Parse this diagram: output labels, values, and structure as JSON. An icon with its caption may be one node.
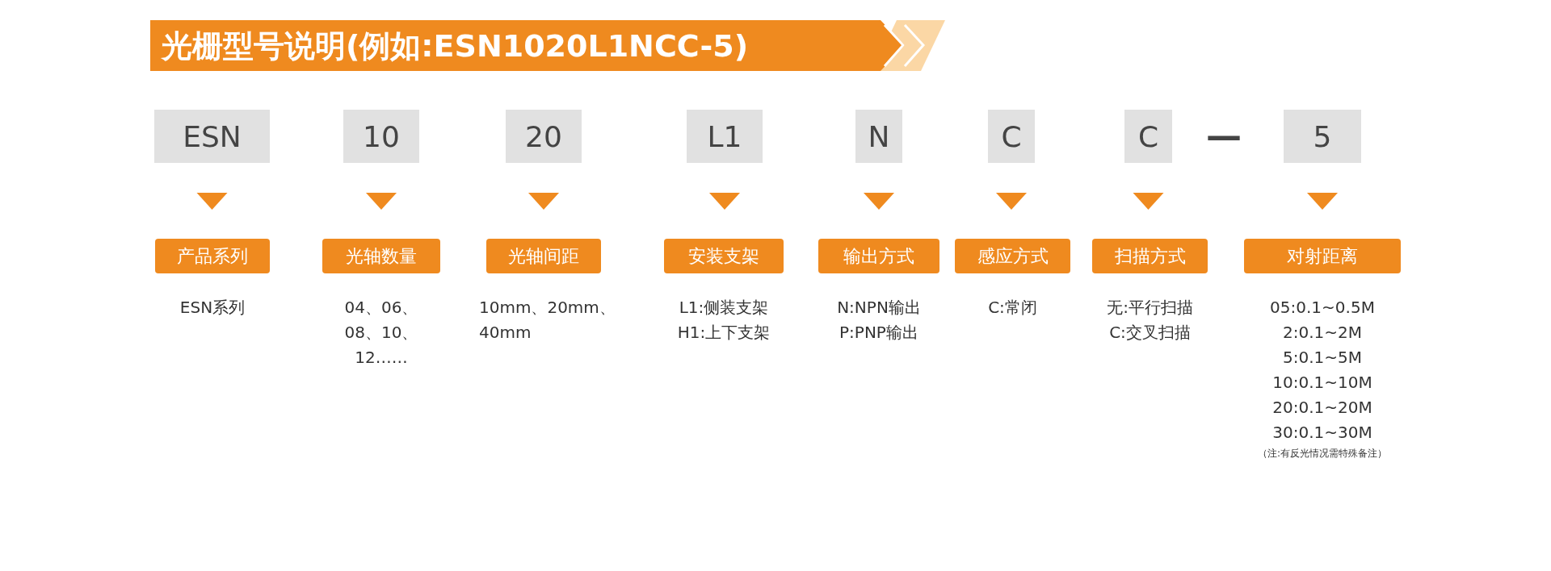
{
  "diagram": {
    "title": "光栅型号说明(例如:ESN1020L1NCC-5)",
    "nodes": [
      {
        "text": [
          "ESN"
        ]
      },
      {
        "text": [
          "10"
        ]
      },
      {
        "text": [
          "20"
        ]
      },
      {
        "text": [
          "L1"
        ]
      },
      {
        "text": [
          "N"
        ]
      },
      {
        "text": [
          "C"
        ]
      },
      {
        "text": [
          "C"
        ]
      },
      {
        "text": [
          "5"
        ]
      },
      {
        "text": [
          "产品系列"
        ],
        "beside": [
          "ESN系列"
        ]
      },
      {
        "text": [
          "光轴数量"
        ],
        "beside": [
          "04、06、08、10、12……"
        ]
      },
      {
        "text": [
          "光轴间距"
        ],
        "beside": [
          "10mm、20mm、40mm"
        ]
      },
      {
        "text": [
          "安装支架"
        ],
        "beside": [
          "L1:侧装支架",
          "H1:上下支架"
        ]
      },
      {
        "text": [
          "输出方式"
        ],
        "beside": [
          "N:NPN输出",
          "P:PNP输出"
        ]
      },
      {
        "text": [
          "感应方式"
        ],
        "beside": [
          "C:常闭"
        ]
      },
      {
        "text": [
          "扫描方式"
        ],
        "beside": [
          "无:平行扫描",
          "C:交叉扫描"
        ]
      },
      {
        "text": [
          "对射距离"
        ],
        "beside": [
          "05:0.1~0.5M",
          "2:0.1~2M",
          "5:0.1~5M",
          "10:0.1~10M",
          "20:0.1~20M",
          "30:0.1~30M",
          "（注:有反光情况需特殊备注）"
        ]
      }
    ],
    "edges": [
      {
        "from": 0,
        "to": 8,
        "arrow": "to"
      },
      {
        "from": 1,
        "to": 9,
        "arrow": "to"
      },
      {
        "from": 2,
        "to": 10,
        "arrow": "to"
      },
      {
        "from": 3,
        "to": 11,
        "arrow": "to"
      },
      {
        "from": 4,
        "to": 12,
        "arrow": "to"
      },
      {
        "from": 5,
        "to": 13,
        "arrow": "to"
      },
      {
        "from": 6,
        "to": 14,
        "arrow": "to"
      },
      {
        "from": 7,
        "to": 15,
        "arrow": "to"
      }
    ],
    "labels": [
      "—"
    ]
  }
}
